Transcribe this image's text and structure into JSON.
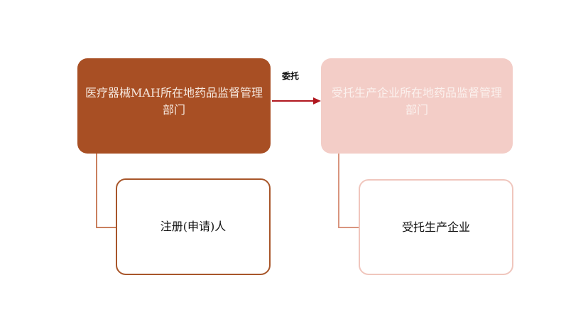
{
  "parent_left": {
    "label": "医疗器械MAH所在地药品监督管理部门"
  },
  "parent_right": {
    "label": "受托生产企业所在地药品监督管理部门"
  },
  "child_left": {
    "label": "注册(申请)人"
  },
  "child_right": {
    "label": "受托生产企业"
  },
  "arrow": {
    "label": "委托"
  },
  "colors": {
    "dark": "#a84f24",
    "light": "#f3cdc7",
    "arrow": "#b0171f"
  }
}
